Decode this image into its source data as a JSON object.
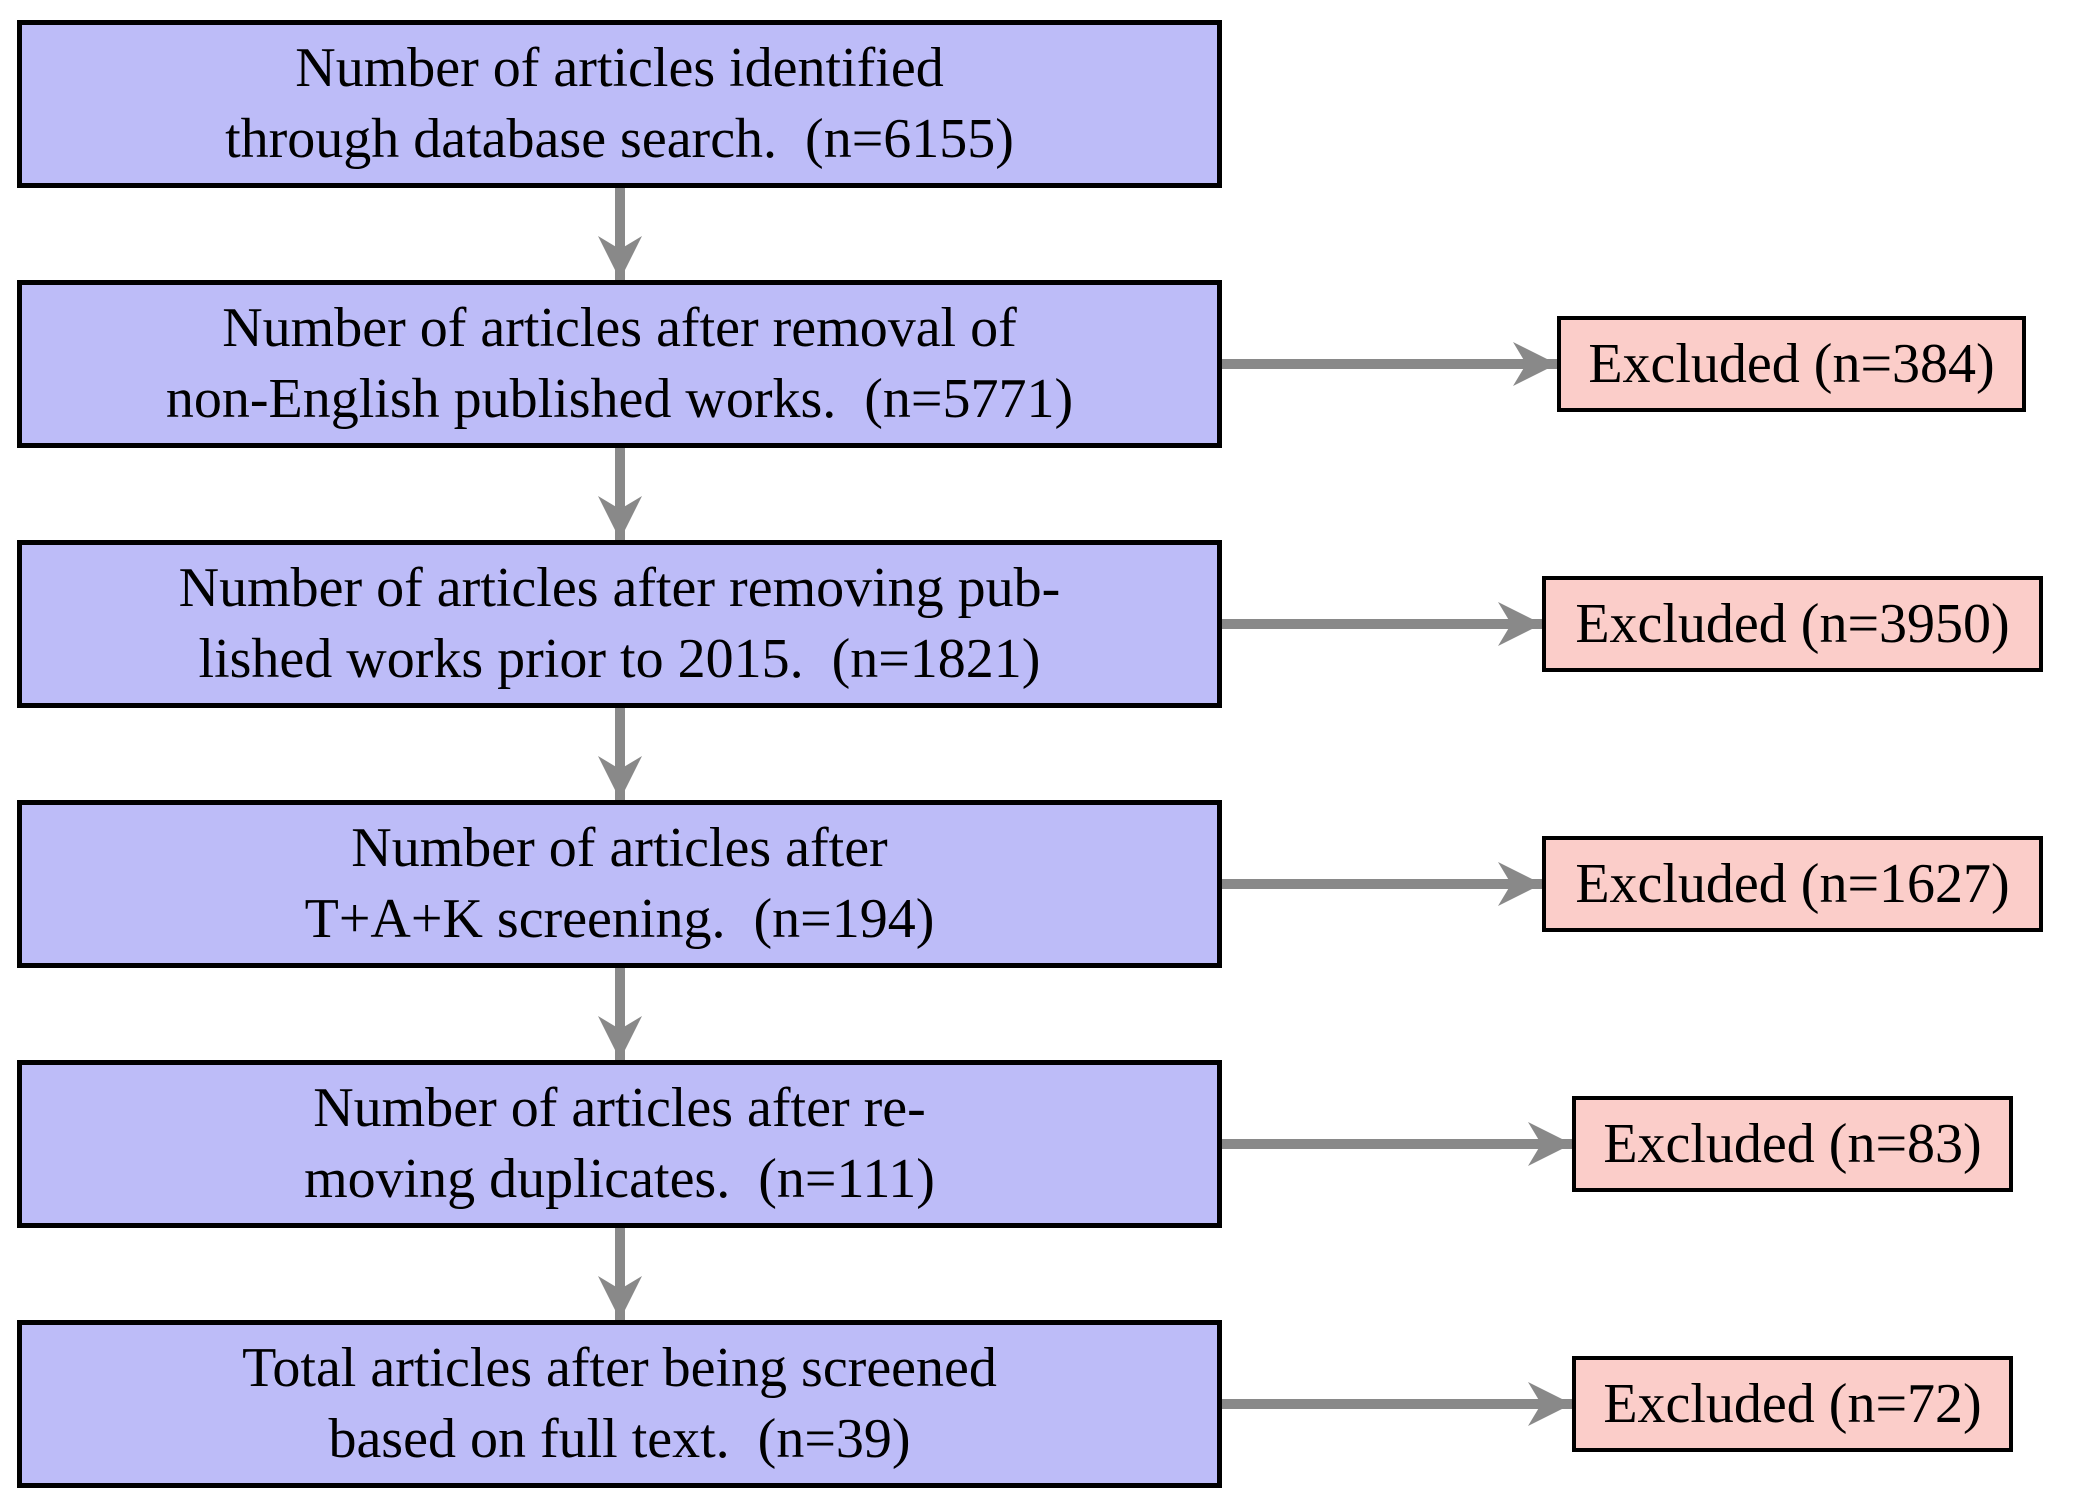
{
  "colors": {
    "step_fill": "#bdbcf8",
    "excluded_fill": "#fbcdc9",
    "border": "#000000",
    "arrow": "#898989",
    "background": "#ffffff"
  },
  "diagram": {
    "type": "flowchart",
    "steps": [
      {
        "lines": [
          "Number of articles identified",
          "through database search.  (n=6155)"
        ],
        "n": 6155
      },
      {
        "lines": [
          "Number of articles after removal of",
          "non-English published works.  (n=5771)"
        ],
        "n": 5771
      },
      {
        "lines": [
          "Number of articles after removing pub-",
          "lished works prior to 2015.  (n=1821)"
        ],
        "n": 1821
      },
      {
        "lines": [
          "Number of articles after",
          "T+A+K screening.  (n=194)"
        ],
        "n": 194
      },
      {
        "lines": [
          "Number of articles after re-",
          "moving duplicates.  (n=111)"
        ],
        "n": 111
      },
      {
        "lines": [
          "Total articles after being screened",
          "based on full text.  (n=39)"
        ],
        "n": 39
      }
    ],
    "exclusions": [
      {
        "label": "Excluded (n=384)",
        "n": 384
      },
      {
        "label": "Excluded (n=3950)",
        "n": 3950
      },
      {
        "label": "Excluded (n=1627)",
        "n": 1627
      },
      {
        "label": "Excluded (n=83)",
        "n": 83
      },
      {
        "label": "Excluded (n=72)",
        "n": 72
      }
    ]
  }
}
